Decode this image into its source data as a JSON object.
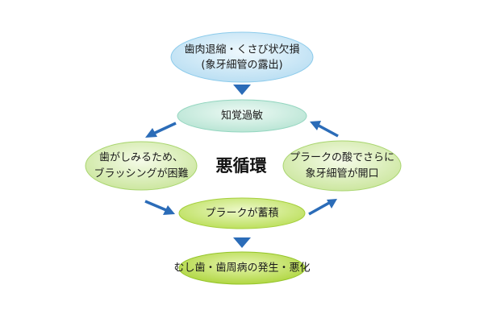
{
  "diagram": {
    "center_label": "悪循環",
    "nodes": {
      "top": {
        "lines": [
          "歯肉退縮・くさび状欠損",
          "(象牙細管の露出)"
        ]
      },
      "sensitivity": {
        "lines": [
          "知覚過敏"
        ]
      },
      "left": {
        "lines": [
          "歯がしみるため、",
          "ブラッシングが困難"
        ]
      },
      "right": {
        "lines": [
          "プラークの酸でさらに",
          "象牙細管が開口"
        ]
      },
      "plaque": {
        "lines": [
          "プラークが蓄積"
        ]
      },
      "bottom": {
        "lines": [
          "むし歯・歯周病の発生・悪化"
        ]
      }
    },
    "colors": {
      "top_fill": "#cfe9f7",
      "top_edge": "#8ccbeb",
      "sensitivity_fill": "#cdeee3",
      "sensitivity_edge": "#94d6c0",
      "side_fill": "#dff0bf",
      "side_edge": "#a9d56f",
      "plaque_fill": "#d5ee8e",
      "plaque_edge": "#a5cf3c",
      "bottom_fill": "#c9e66a",
      "bottom_edge": "#95c52a",
      "arrow": "#2b6cb8"
    }
  }
}
